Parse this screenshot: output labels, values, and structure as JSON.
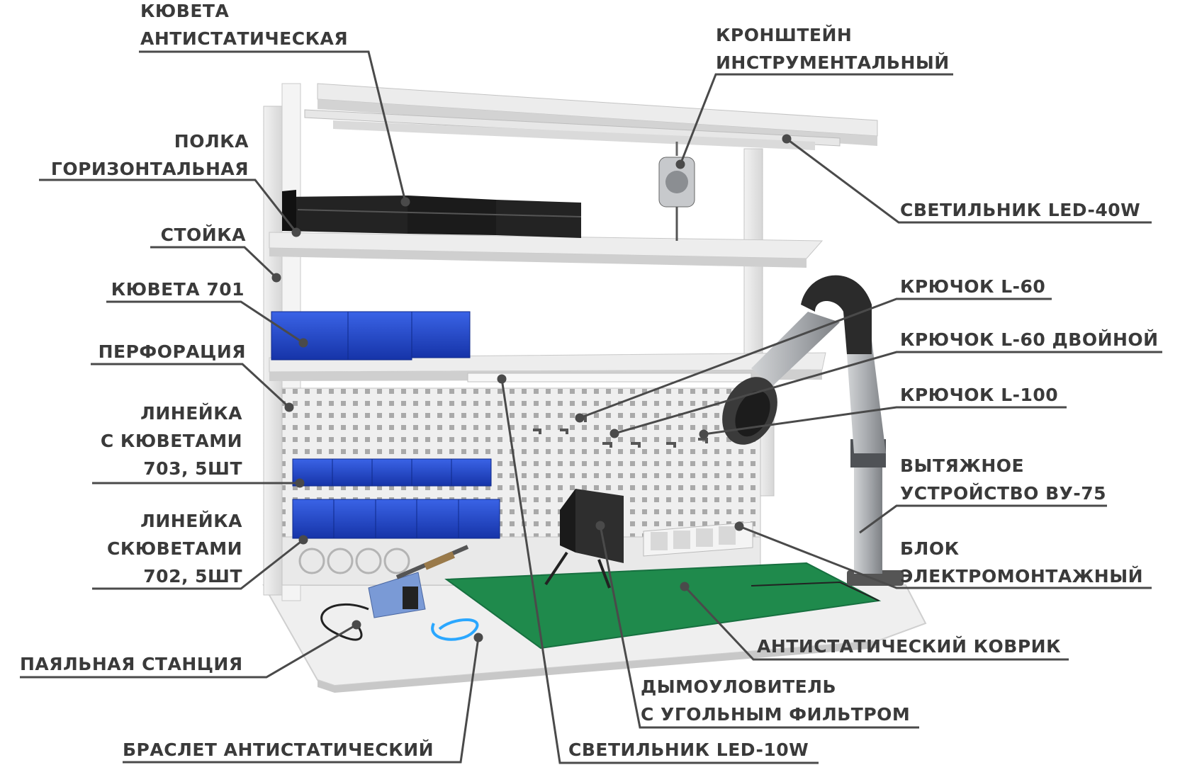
{
  "labels": {
    "kuveta_antistatic": [
      "КЮВЕТА",
      "АНТИСТАТИЧЕСКАЯ"
    ],
    "kronshtein": [
      "КРОНШТЕЙН",
      "ИНСТРУМЕНТАЛЬНЫЙ"
    ],
    "polka": [
      "ПОЛКА",
      "ГОРИЗОНТАЛЬНАЯ"
    ],
    "svetilnik_40": "СВЕТИЛЬНИК LED-40W",
    "stoika": "СТОЙКА",
    "kuveta_701": "КЮВЕТА 701",
    "kryuchok_60": "КРЮЧОК L-60",
    "perforatsiya": "ПЕРФОРАЦИЯ",
    "kryuchok_60_double": "КРЮЧОК L-60 ДВОЙНОЙ",
    "lineika_703": [
      "ЛИНЕЙКА",
      "С КЮВЕТАМИ",
      "703, 5ШТ"
    ],
    "kryuchok_100": "КРЮЧОК L-100",
    "vytyazhnoe": [
      "ВЫТЯЖНОЕ",
      "УСТРОЙСТВО ВУ-75"
    ],
    "lineika_702": [
      "ЛИНЕЙКА",
      "СКЮВЕТАМИ",
      "702, 5ШТ"
    ],
    "blok": [
      "БЛОК",
      "ЭЛЕКТРОМОНТАЖНЫЙ"
    ],
    "payalnaya": "ПАЯЛЬНАЯ СТАНЦИЯ",
    "kovrik": "АНТИСТАТИЧЕСКИЙ КОВРИК",
    "dymouloviteli": [
      "ДЫМОУЛОВИТЕЛЬ",
      "С УГОЛЬНЫМ ФИЛЬТРОМ"
    ],
    "braslet": "БРАСЛЕТ АНТИСТАТИЧЕСКИЙ",
    "svetilnik_10": "СВЕТИЛЬНИК LED-10W"
  },
  "colors": {
    "label_text": "#3a3a3a",
    "leader_line": "#4a4a4a",
    "frame": "#e6e6e6",
    "frame_shadow": "#bdbdbd",
    "mat": "#1f8a4c",
    "bin_blue": "#1f46c8",
    "bin_black": "#1e1e1e"
  }
}
